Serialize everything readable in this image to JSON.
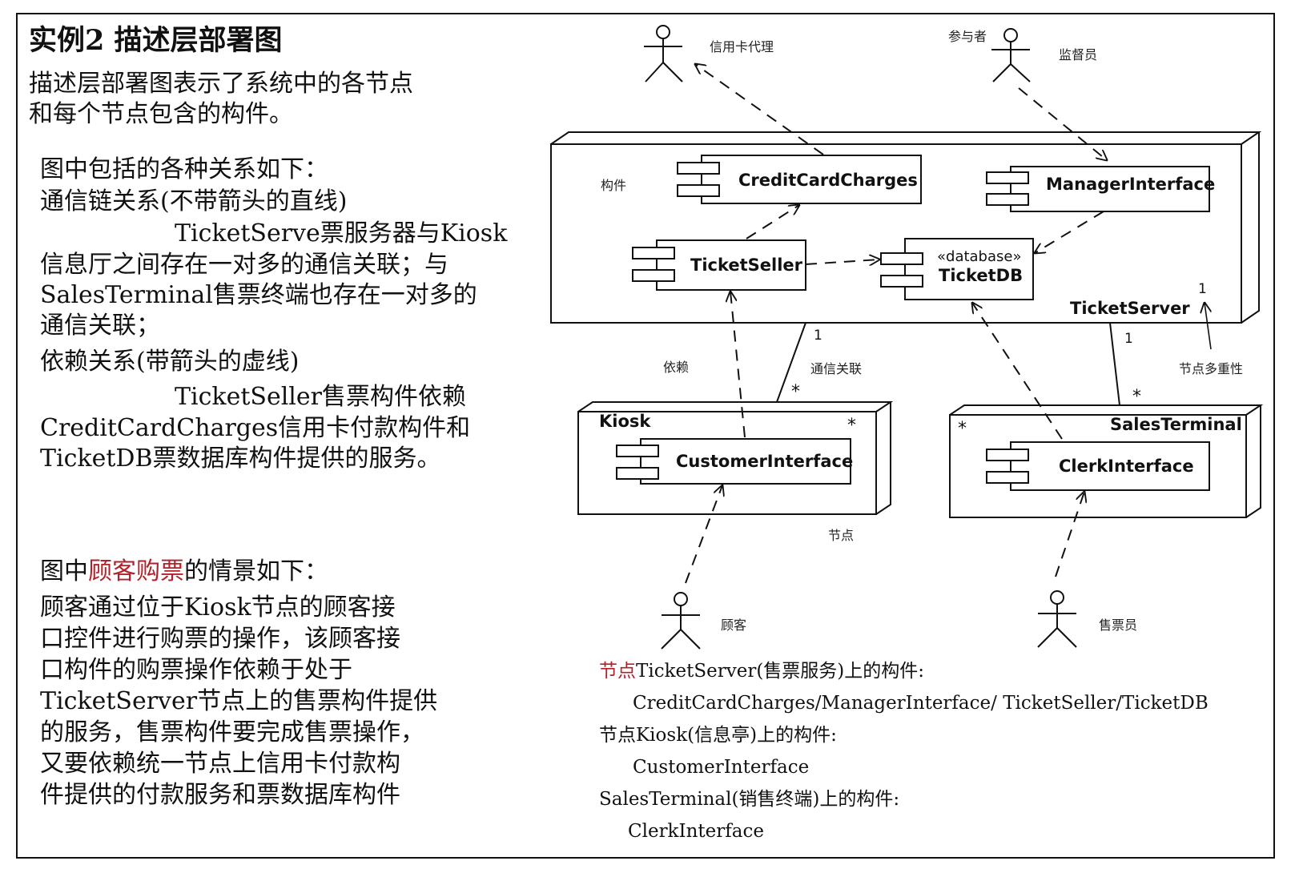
{
  "title": "实例2  描述层部署图",
  "intro": [
    "描述层部署图表示了系统中的各节点",
    "和每个节点包含的构件。"
  ],
  "relations": {
    "heading": "图中包括的各种关系如下：",
    "comm_title": "通信链关系(不带箭头的直线)",
    "comm_lines": [
      "TicketServe票服务器与Kiosk",
      "信息厅之间存在一对多的通信关联；与",
      "SalesTerminal售票终端也存在一对多的",
      "通信关联；"
    ],
    "dep_title": "依赖关系(带箭头的虚线)",
    "dep_lines": [
      "TicketSeller售票构件依赖",
      "CreditCardCharges信用卡付款构件和",
      "TicketDB票数据库构件提供的服务。"
    ]
  },
  "scenario": {
    "heading_pre": "图中",
    "heading_red": "顾客购票",
    "heading_post": "的情景如下：",
    "lines": [
      "顾客通过位于Kiosk节点的顾客接",
      "口控件进行购票的操作，该顾客接",
      "口构件的购票操作依赖于处于",
      "TicketServer节点上的售票构件提供",
      "的服务，售票构件要完成售票操作，",
      "又要依赖统一节点上信用卡付款构",
      "件提供的付款服务和票数据库构件"
    ]
  },
  "diagram": {
    "actors": {
      "credit_agent": "信用卡代理",
      "participant": "参与者",
      "supervisor": "监督员",
      "customer": "顾客",
      "clerk": "售票员"
    },
    "labels": {
      "component": "构件",
      "dependency": "依赖",
      "comm_assoc": "通信关联",
      "node_multiplicity": "节点多重性",
      "node": "节点"
    },
    "components": {
      "credit": "CreditCardCharges",
      "manager": "ManagerInterface",
      "seller": "TicketSeller",
      "db_stereo": "«database»",
      "db": "TicketDB",
      "customer_if": "CustomerInterface",
      "clerk_if": "ClerkInterface"
    },
    "nodes": {
      "server": "TicketServer",
      "kiosk": "Kiosk",
      "terminal": "SalesTerminal"
    },
    "multiplicity": {
      "one_a": "1",
      "one_b": "1",
      "one_c": "1",
      "many_a": "*",
      "many_b": "*",
      "many_c": "*",
      "many_d": "*"
    }
  },
  "summary": {
    "line1_red": "节点",
    "line1": "TicketServer(售票服务)上的构件:",
    "line2": "CreditCardCharges/ManagerInterface/ TicketSeller/TicketDB",
    "line3": "节点Kiosk(信息亭)上的构件:",
    "line4": "CustomerInterface",
    "line5": "SalesTerminal(销售终端)上的构件:",
    "line6": "ClerkInterface"
  }
}
